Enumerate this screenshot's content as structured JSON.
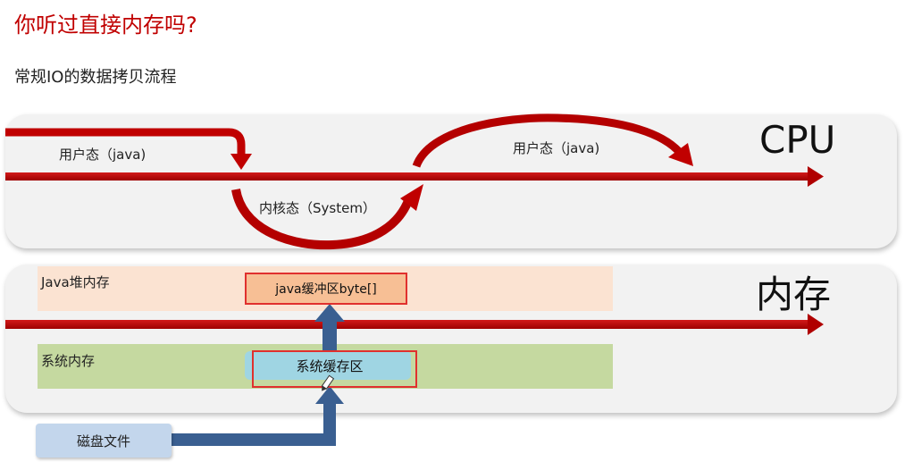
{
  "slide": {
    "title": "你听过直接内存吗?",
    "subtitle": "常规IO的数据拷贝流程"
  },
  "cpu": {
    "label": "CPU",
    "user_mode_left": "用户态（java)",
    "kernel_mode": "内核态（System）",
    "user_mode_right": "用户态（java)"
  },
  "memory": {
    "label": "内存",
    "java_heap": "Java堆内存",
    "java_buffer": "java缓冲区byte[]",
    "system_memory": "系统内存",
    "system_cache": "系统缓存区"
  },
  "disk": {
    "label": "磁盘文件"
  },
  "colors": {
    "arrow_red": "#c00000",
    "arrow_blue": "#3a5f91",
    "title_red": "#c00000"
  }
}
